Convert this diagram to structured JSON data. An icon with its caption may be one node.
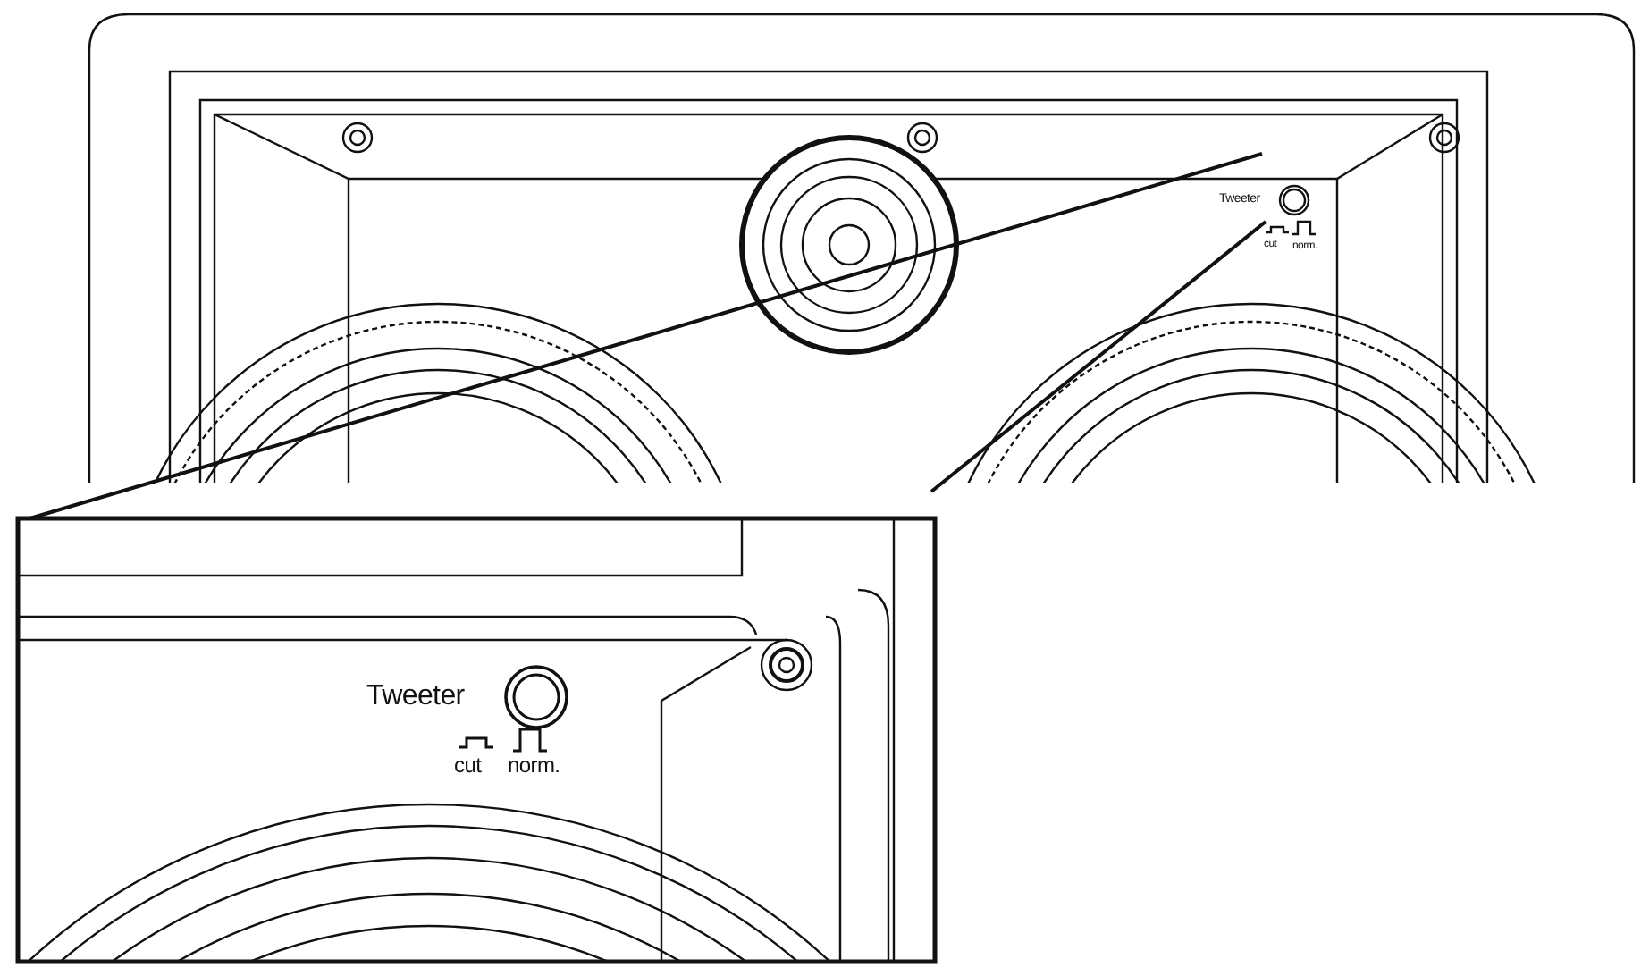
{
  "diagram": {
    "labels": [
      "Tweeter",
      "cut",
      "norm.",
      "Tweeter",
      "cut",
      "norm."
    ]
  }
}
